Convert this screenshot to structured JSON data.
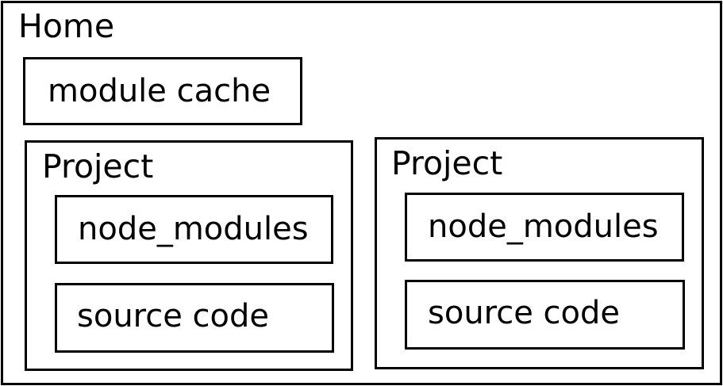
{
  "home": {
    "title": "Home",
    "module_cache": "module cache",
    "projects": [
      {
        "title": "Project",
        "node_modules": "node_modules",
        "source_code": "source code"
      },
      {
        "title": "Project",
        "node_modules": "node_modules",
        "source_code": "source code"
      }
    ]
  },
  "colors": {
    "stroke": "#000000",
    "background": "#ffffff"
  }
}
